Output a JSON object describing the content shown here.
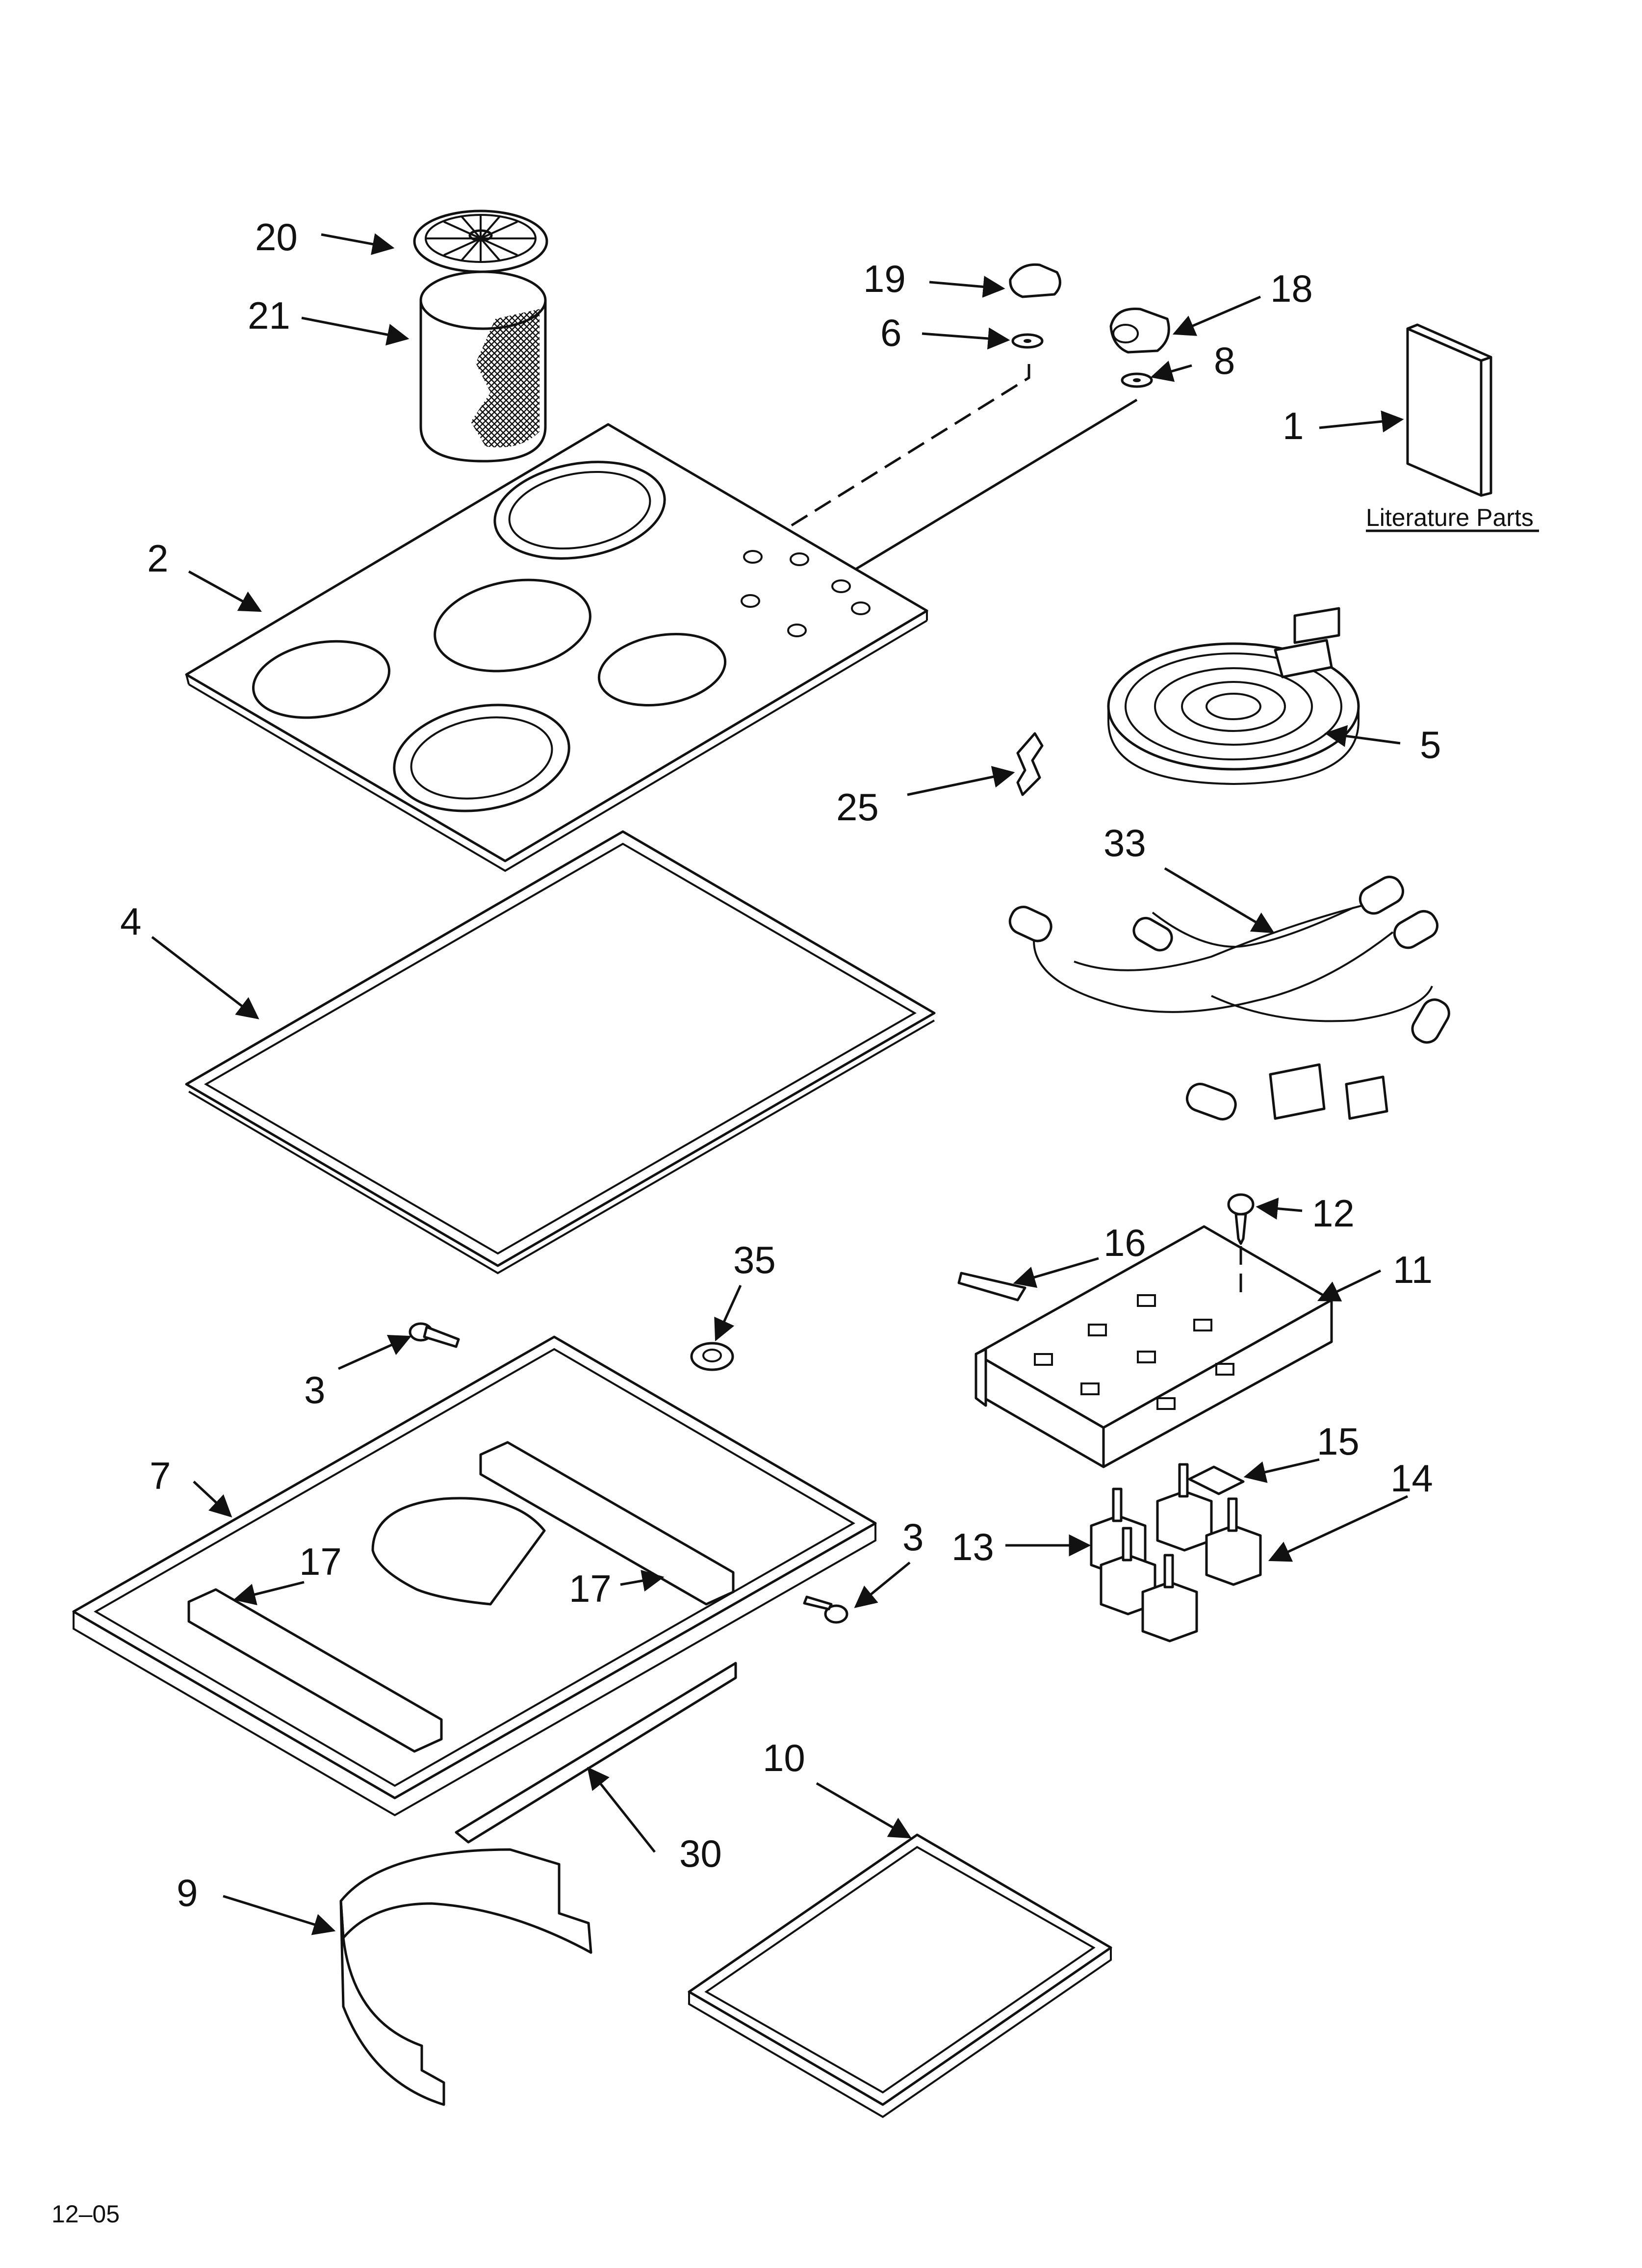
{
  "diagram": {
    "literature_caption": "Literature Parts",
    "date_code": "12–05",
    "callouts": [
      "20",
      "21",
      "19",
      "18",
      "6",
      "8",
      "1",
      "2",
      "5",
      "25",
      "33",
      "4",
      "35",
      "16",
      "12",
      "11",
      "3",
      "7",
      "15",
      "14",
      "13",
      "17",
      "17",
      "3",
      "30",
      "10",
      "9"
    ],
    "accent_color": "#111111"
  }
}
